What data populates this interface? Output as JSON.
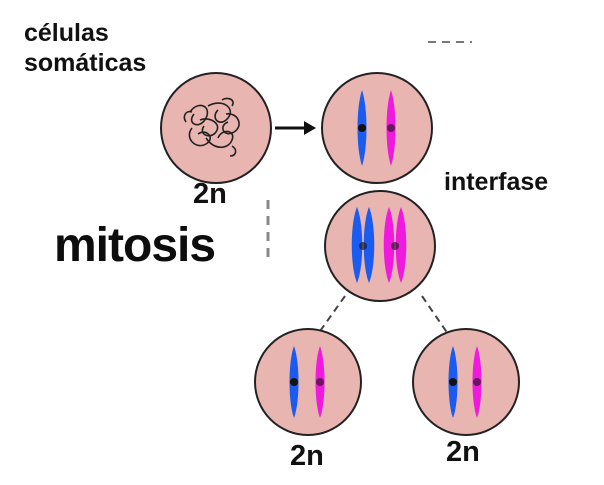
{
  "labels": {
    "somatic_line1": "células",
    "somatic_line2": "somáticas",
    "ploidy_parent": "2n",
    "ploidy_daughter_left": "2n",
    "ploidy_daughter_right": "2n",
    "interphase": "interfase",
    "mitosis": "mitosis"
  },
  "colors": {
    "cell_fill": "#e9b5b0",
    "cell_stroke": "#222222",
    "chromosome_maternal": "#1a5cf0",
    "chromosome_paternal": "#f01adf",
    "centromere": "#111111"
  },
  "icons": [
    "arrow-right-icon",
    "chromatin-tangle-icon"
  ]
}
